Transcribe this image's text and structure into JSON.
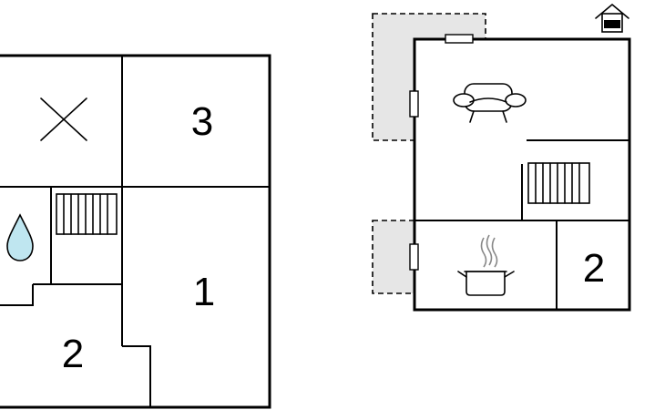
{
  "left_plan": {
    "rooms": [
      {
        "id": "room-3",
        "label": "3"
      },
      {
        "id": "room-1",
        "label": "1"
      },
      {
        "id": "room-2",
        "label": "2"
      }
    ],
    "icons": [
      "cross-icon",
      "radiator-icon",
      "water-drop-icon"
    ]
  },
  "right_plan": {
    "rooms": [
      {
        "id": "room-2",
        "label": "2"
      }
    ],
    "icons": [
      "house-floor-icon",
      "sofa-icon",
      "radiator-icon",
      "cooking-pot-icon"
    ]
  },
  "colors": {
    "wall": "#000000",
    "terrace": "#e6e6e6",
    "water": "#bfe6f0"
  }
}
